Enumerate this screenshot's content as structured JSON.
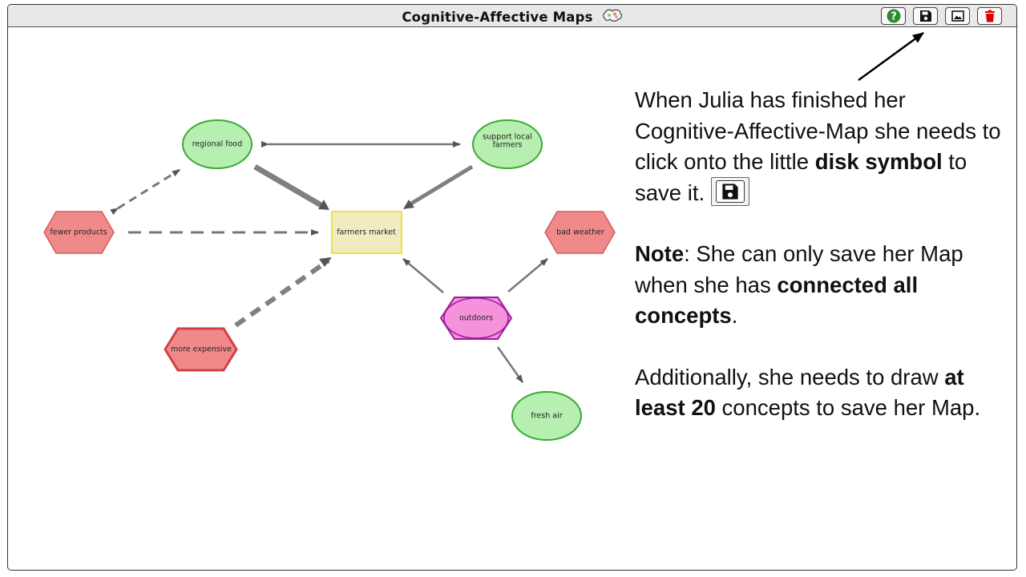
{
  "app": {
    "title": "Cognitive-Affective Maps",
    "icon": "brain-icon"
  },
  "toolbar": [
    {
      "name": "help-button",
      "icon": "question-icon",
      "color": "#2e8b2e"
    },
    {
      "name": "save-button",
      "icon": "disk-icon",
      "color": "#111111"
    },
    {
      "name": "export-image-button",
      "icon": "image-icon",
      "color": "#111111"
    },
    {
      "name": "delete-button",
      "icon": "trash-icon",
      "color": "#e00000"
    }
  ],
  "concepts": [
    {
      "id": "regional_food",
      "label": "regional food",
      "shape": "ellipse",
      "valence": "positive",
      "fill": "#b7efb0",
      "stroke": "#3aaa35"
    },
    {
      "id": "support_local_farmers",
      "label_lines": [
        "support local",
        "farmers"
      ],
      "shape": "ellipse",
      "valence": "positive",
      "fill": "#b7efb0",
      "stroke": "#3aaa35"
    },
    {
      "id": "fewer_products",
      "label": "fewer products",
      "shape": "hexagon",
      "valence": "negative",
      "fill": "#f08a8a",
      "stroke": "#d45a5a"
    },
    {
      "id": "farmers_market",
      "label": "farmers market",
      "shape": "rectangle",
      "valence": "neutral",
      "fill": "#f1ecc0",
      "stroke": "#f0e040"
    },
    {
      "id": "bad_weather",
      "label": "bad weather",
      "shape": "hexagon",
      "valence": "negative",
      "fill": "#f08a8a",
      "stroke": "#d45a5a"
    },
    {
      "id": "outdoors",
      "label": "outdoors",
      "shape": "hexagon-ellipse",
      "valence": "ambivalent",
      "fill": "#f592dc",
      "stroke": "#9c1aa0"
    },
    {
      "id": "more_expensive",
      "label": "more expensive",
      "shape": "hexagon",
      "valence": "negative",
      "fill": "#f08a8a",
      "stroke": "#d44040"
    },
    {
      "id": "fresh_air",
      "label": "fresh air",
      "shape": "ellipse",
      "valence": "positive",
      "fill": "#b7efb0",
      "stroke": "#3aaa35"
    }
  ],
  "connections": [
    {
      "from": "regional_food",
      "to": "support_local_farmers",
      "style": "solid",
      "direction": "bidirectional",
      "strength": 1
    },
    {
      "from": "regional_food",
      "to": "farmers_market",
      "style": "solid",
      "direction": "to",
      "strength": 3
    },
    {
      "from": "support_local_farmers",
      "to": "farmers_market",
      "style": "solid",
      "direction": "to",
      "strength": 2
    },
    {
      "from": "fewer_products",
      "to": "regional_food",
      "style": "dashed",
      "direction": "bidirectional",
      "strength": 1
    },
    {
      "from": "fewer_products",
      "to": "farmers_market",
      "style": "dashed",
      "direction": "to",
      "strength": 1
    },
    {
      "from": "more_expensive",
      "to": "farmers_market",
      "style": "dashed",
      "direction": "to",
      "strength": 3
    },
    {
      "from": "outdoors",
      "to": "farmers_market",
      "style": "solid",
      "direction": "to",
      "strength": 1
    },
    {
      "from": "outdoors",
      "to": "bad_weather",
      "style": "solid",
      "direction": "to",
      "strength": 1
    },
    {
      "from": "outdoors",
      "to": "fresh_air",
      "style": "solid",
      "direction": "to",
      "strength": 1
    }
  ],
  "instructions": {
    "p1_a": "When Julia has finished her Cognitive-Affective-Map she needs to click onto the little ",
    "p1_b": "disk symbol",
    "p1_c": " to save it.",
    "p2_a": "Note",
    "p2_b": ": She can only save her Map when she has ",
    "p2_c": "connected all concepts",
    "p2_d": ".",
    "p3_a": "Additionally, she needs to draw ",
    "p3_b": "at least 20",
    "p3_c": " concepts to save her Map."
  }
}
